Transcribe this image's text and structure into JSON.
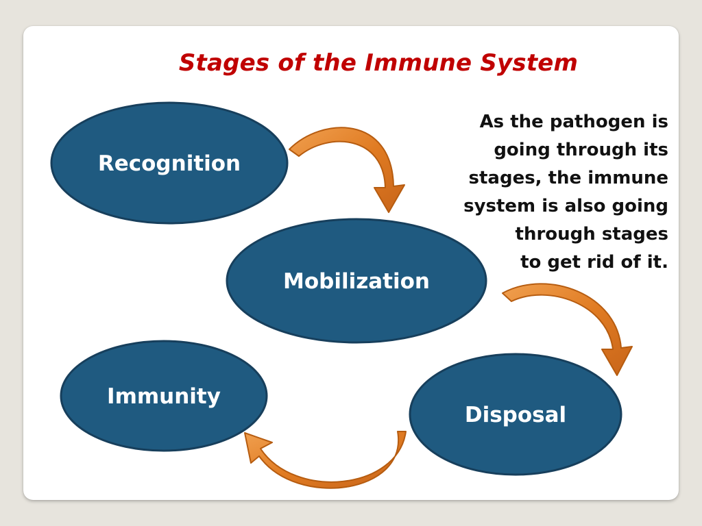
{
  "title": "Stages of the Immune System",
  "stages": [
    {
      "label": "Recognition"
    },
    {
      "label": "Mobilization"
    },
    {
      "label": "Disposal"
    },
    {
      "label": "Immunity"
    }
  ],
  "note_lines": [
    "As the pathogen is",
    "going through its",
    "stages, the immune",
    "system is also going",
    "through stages",
    "to get rid of it."
  ],
  "colors": {
    "background": "#e7e4dd",
    "title": "#c00000",
    "stage_fill": "#1f5a80",
    "stage_border": "#173f5c",
    "arrow_fill": "#e07b22",
    "arrow_border": "#b65c10"
  }
}
